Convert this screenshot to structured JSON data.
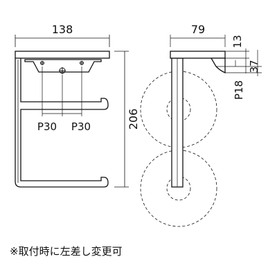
{
  "dimensions": {
    "front_width": "138",
    "front_height": "206",
    "pitch_left": "P30",
    "pitch_right": "P30",
    "side_depth": "79",
    "side_top": "13",
    "side_mid": "37",
    "side_pitch": "P18"
  },
  "note": "※取付時に左差し変更可"
}
